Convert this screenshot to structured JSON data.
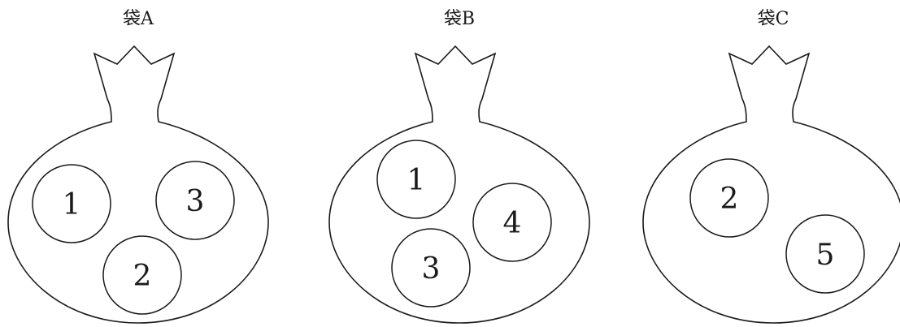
{
  "bags": [
    {
      "label": "袋A",
      "balls": [
        "1",
        "3",
        "2"
      ]
    },
    {
      "label": "袋B",
      "balls": [
        "1",
        "4",
        "3"
      ]
    },
    {
      "label": "袋C",
      "balls": [
        "2",
        "5"
      ]
    }
  ]
}
